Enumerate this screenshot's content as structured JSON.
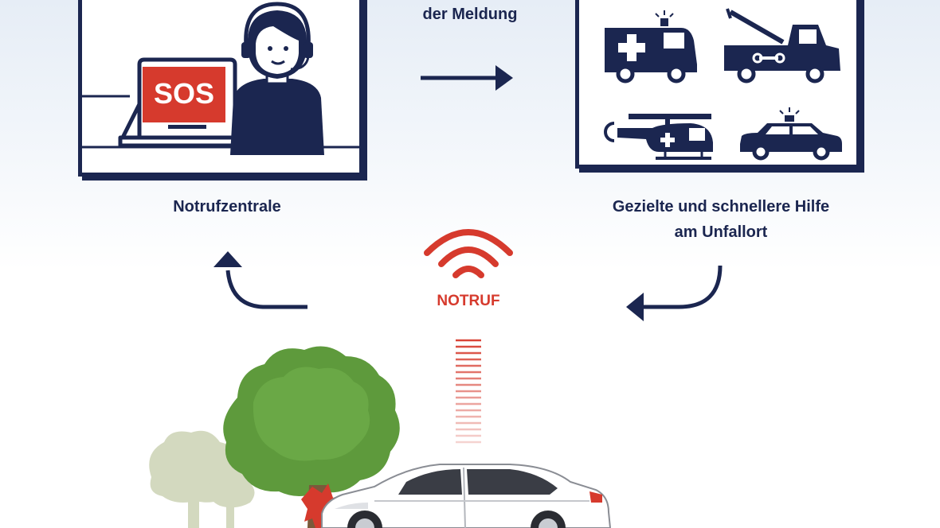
{
  "top_center": {
    "label": "der Meldung"
  },
  "left_panel": {
    "label": "Notrufzentrale",
    "screen_text": "SOS"
  },
  "right_panel": {
    "label_line1": "Gezielte und schnellere Hilfe",
    "label_line2": "am Unfallort",
    "icons": [
      "ambulance-icon",
      "tow-truck-icon",
      "helicopter-icon",
      "police-car-icon"
    ]
  },
  "emergency": {
    "label": "NOTRUF"
  },
  "colors": {
    "navy": "#1b2650",
    "red": "#d63a2d",
    "green": "#5e9a3c",
    "light_green": "#d3d9bf"
  }
}
